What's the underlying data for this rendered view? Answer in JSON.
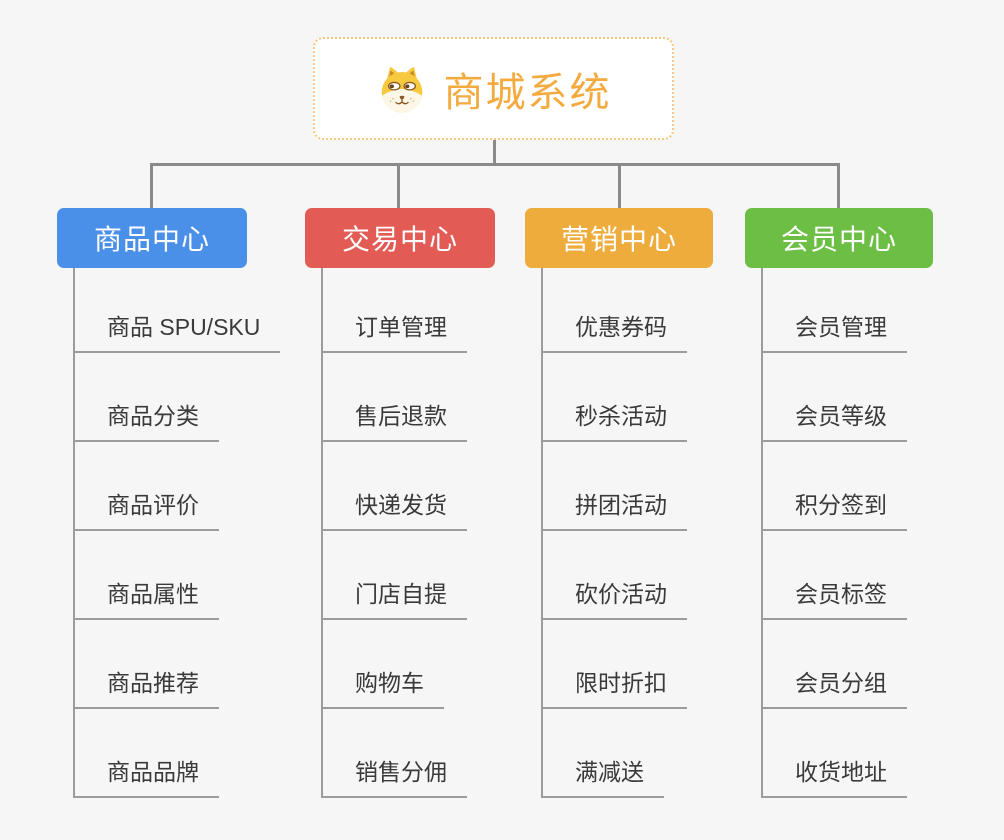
{
  "root": {
    "title": "商城系统",
    "icon": "shiba-dog-icon",
    "title_color": "#f3ab3f",
    "border_color": "#f6c77d"
  },
  "connector_color": "#8a8a8a",
  "branches": [
    {
      "label": "商品中心",
      "color": "#4a8fe8",
      "items": [
        "商品 SPU/SKU",
        "商品分类",
        "商品评价",
        "商品属性",
        "商品推荐",
        "商品品牌"
      ]
    },
    {
      "label": "交易中心",
      "color": "#e25b55",
      "items": [
        "订单管理",
        "售后退款",
        "快递发货",
        "门店自提",
        "购物车",
        "销售分佣"
      ]
    },
    {
      "label": "营销中心",
      "color": "#edac3c",
      "items": [
        "优惠券码",
        "秒杀活动",
        "拼团活动",
        "砍价活动",
        "限时折扣",
        "满减送"
      ]
    },
    {
      "label": "会员中心",
      "color": "#6cbe45",
      "items": [
        "会员管理",
        "会员等级",
        "积分签到",
        "会员标签",
        "会员分组",
        "收货地址"
      ]
    }
  ]
}
